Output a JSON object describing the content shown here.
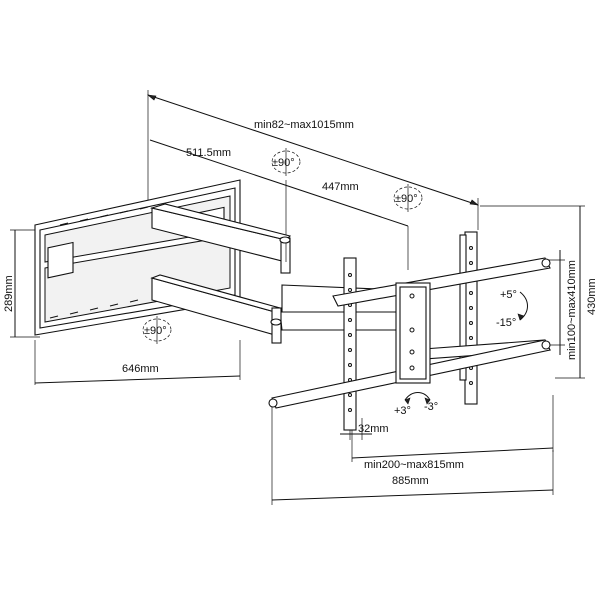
{
  "dimensions": {
    "depth_range": "min82~max1015mm",
    "arm_length_1": "511.5mm",
    "arm_length_2": "447mm",
    "swivel_top_left": "±90°",
    "swivel_top_right": "±90°",
    "swivel_bottom_left": "±90°",
    "wall_plate_height": "289mm",
    "wall_plate_width": "646mm",
    "tilt_up": "+5°",
    "tilt_down": "-15°",
    "rotate_plus": "+3°",
    "rotate_minus": "-3°",
    "vesa_vertical": "min100~max410mm",
    "overall_height": "430mm",
    "rail_offset": "32mm",
    "vesa_horizontal": "min200~max815mm",
    "overall_width": "885mm"
  },
  "colors": {
    "line": "#111111",
    "part_fill": "#ffffff",
    "shade": "#f2f2f2"
  }
}
